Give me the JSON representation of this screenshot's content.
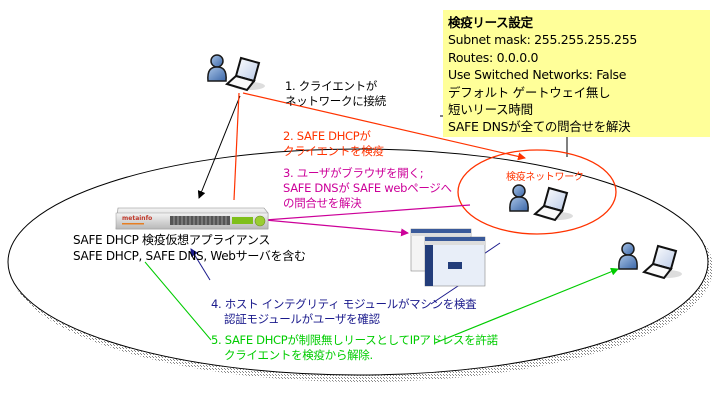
{
  "colors": {
    "step1": "#000000",
    "step2": "#ff3300",
    "step3": "#cc0099",
    "step4": "#1a1a8c",
    "step5": "#00cc00",
    "quarantine_network": "#ff3300",
    "callout_bg": "#ffff99"
  },
  "callout": {
    "title": "検疫リース設定",
    "lines": [
      "Subnet mask: 255.255.255.255",
      "Routes: 0.0.0.0",
      "Use Switched Networks: False",
      "デフォルト ゲートウェイ無し",
      "短いリース時間",
      "SAFE DNSが全ての問合せを解決"
    ]
  },
  "steps": [
    {
      "lines": [
        "1. クライエントが",
        "ネットワークに接続"
      ]
    },
    {
      "lines": [
        "2. SAFE DHCPが",
        "クライエントを検疫"
      ]
    },
    {
      "lines": [
        "3. ユーザがブラウザを開く;",
        "SAFE DNSが SAFE webページへ",
        "の問合せを解決"
      ]
    },
    {
      "lines": [
        "4. ホスト インテグリティ モジュールがマシンを検査",
        "認証モジュールがユーザを確認"
      ]
    },
    {
      "lines": [
        "5. SAFE DHCPが制限無しリースとしてIPアドレスを許諾",
        "クライエントを検疫から解除."
      ]
    }
  ],
  "appliance": {
    "brand": "metainfo",
    "caption": [
      "SAFE DHCP 検疫仮想アプライアンス",
      "SAFE DHCP, SAFE DNS, Webサーバを含む"
    ]
  },
  "quarantine_network": {
    "label": "検疫ネットワーク"
  },
  "icons": {
    "client_user": "user-icon",
    "client_laptop": "laptop-icon",
    "appliance": "server-appliance-icon",
    "web_pages": "browser-window-icon"
  }
}
